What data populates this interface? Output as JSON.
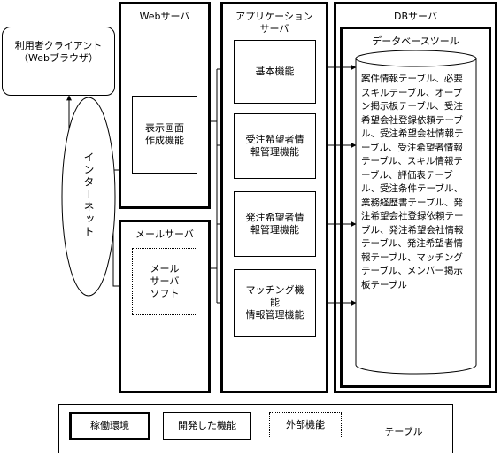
{
  "client": {
    "label": "利用者クライアント\n（Webブラウザ）"
  },
  "internet": {
    "label": "インターネット"
  },
  "web_server": {
    "title": "Webサーバ",
    "display_module": "表示画面\n作成機能"
  },
  "mail_server": {
    "title": "メールサーバ",
    "mail_software": "メール\nサーバ\nソフト"
  },
  "app_server": {
    "title": "アプリケーション\nサーバ",
    "modules": [
      "基本機能",
      "受注希望者情\n報管理機能",
      "発注希望者情\n報管理機能",
      "マッチング機\n能\n情報管理機能"
    ]
  },
  "db_server": {
    "title": "DBサーバ",
    "tool_title": "データベースツール",
    "tables_text": "案件情報テーブル、必要スキルテーブル、オープン掲示板テーブル、受注希望会社登録依頼テーブル、受注希望会社情報テーブル、受注希望者情報テーブル、スキル情報テーブル、評価表テーブル、受注条件テーブル、業務経歴書テーブル、発注希望会社登録依頼テーブル、発注希望会社情報テーブル、発注希望者情報テーブル、マッチングテーブル、メンバー掲示板テーブル"
  },
  "legend": {
    "items": [
      "稼働環境",
      "開発した機能",
      "外部機能",
      "テーブル"
    ]
  }
}
